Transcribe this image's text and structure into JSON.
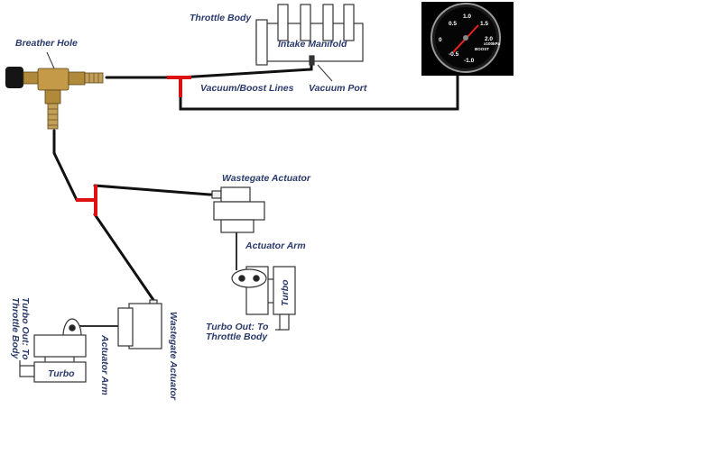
{
  "labels": {
    "breather_hole": "Breather Hole",
    "throttle_body": "Throttle Body",
    "intake_manifold": "Intake Manifold",
    "vacuum_boost_lines": "Vacuum/Boost Lines",
    "vacuum_port": "Vacuum Port",
    "wastegate_actuator_top": "Wastegate Actuator",
    "actuator_arm_top": "Actuator Arm",
    "turbo_right": "Turbo",
    "turbo_out_right_1": "Turbo Out: To",
    "turbo_out_right_2": "Throttle Body",
    "wastegate_actuator_rot": "Wastegate Actuator",
    "actuator_arm_rot": "Actuator Arm",
    "turbo_left": "Turbo",
    "turbo_out_left_1": "Turbo Out: To",
    "turbo_out_left_2": "Throttle Body"
  },
  "gauge": {
    "ticks": [
      "0",
      "0.5",
      "1.0",
      "1.5",
      "2.0",
      "-0.5",
      "-1.0"
    ],
    "unit": "BOOST",
    "sub": "x100kPa"
  },
  "colors": {
    "line": "#111111",
    "tee": "#dd1111",
    "label": "#2a3a6a",
    "brass": "#b08a3a"
  }
}
